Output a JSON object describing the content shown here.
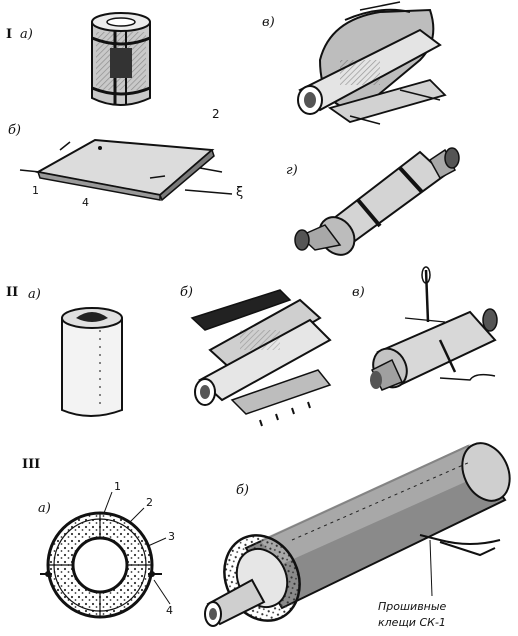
{
  "sections": {
    "I": "I",
    "II": "II",
    "III": "III"
  },
  "section_I": {
    "a": "а)",
    "v": "в)",
    "b": "б)",
    "g": "г)",
    "num_2": "2",
    "num_1": "1",
    "num_4": "4",
    "num_3": "ξ"
  },
  "section_II": {
    "a": "а)",
    "b": "б)",
    "v": "в)"
  },
  "section_III": {
    "a": "а)",
    "b": "б)",
    "callout_1": "1",
    "callout_2": "2",
    "callout_3": "3",
    "callout_4": "4",
    "caption_line1": "Прошивные",
    "caption_line2": "клещи СК-1"
  }
}
